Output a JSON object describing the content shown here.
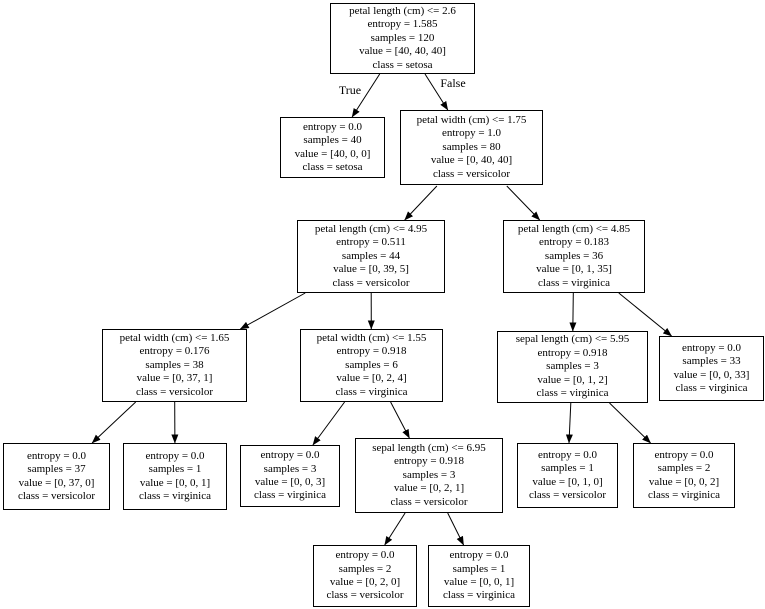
{
  "diagram": {
    "title": "decision-tree",
    "dataset_classes": [
      "setosa",
      "versicolor",
      "virginica"
    ],
    "colors": {
      "background": "#ffffff",
      "node_fill": "#ffffff",
      "node_border": "#000000",
      "text": "#000000",
      "edge": "#000000"
    }
  },
  "nodes": [
    {
      "id": 0,
      "lines": [
        "petal length (cm) <= 2.6",
        "entropy = 1.585",
        "samples = 120",
        "value = [40, 40, 40]",
        "class = setosa"
      ]
    },
    {
      "id": 1,
      "lines": [
        "entropy = 0.0",
        "samples = 40",
        "value = [40, 0, 0]",
        "class = setosa"
      ]
    },
    {
      "id": 2,
      "lines": [
        "petal width (cm) <= 1.75",
        "entropy = 1.0",
        "samples = 80",
        "value = [0, 40, 40]",
        "class = versicolor"
      ]
    },
    {
      "id": 3,
      "lines": [
        "petal length (cm) <= 4.95",
        "entropy = 0.511",
        "samples = 44",
        "value = [0, 39, 5]",
        "class = versicolor"
      ]
    },
    {
      "id": 4,
      "lines": [
        "petal length (cm) <= 4.85",
        "entropy = 0.183",
        "samples = 36",
        "value = [0, 1, 35]",
        "class = virginica"
      ]
    },
    {
      "id": 5,
      "lines": [
        "petal width (cm) <= 1.65",
        "entropy = 0.176",
        "samples = 38",
        "value = [0, 37, 1]",
        "class = versicolor"
      ]
    },
    {
      "id": 6,
      "lines": [
        "petal width (cm) <= 1.55",
        "entropy = 0.918",
        "samples = 6",
        "value = [0, 2, 4]",
        "class = virginica"
      ]
    },
    {
      "id": 7,
      "lines": [
        "sepal length (cm) <= 5.95",
        "entropy = 0.918",
        "samples = 3",
        "value = [0, 1, 2]",
        "class = virginica"
      ]
    },
    {
      "id": 8,
      "lines": [
        "entropy = 0.0",
        "samples = 33",
        "value = [0, 0, 33]",
        "class = virginica"
      ]
    },
    {
      "id": 9,
      "lines": [
        "entropy = 0.0",
        "samples = 37",
        "value = [0, 37, 0]",
        "class = versicolor"
      ]
    },
    {
      "id": 10,
      "lines": [
        "entropy = 0.0",
        "samples = 1",
        "value = [0, 0, 1]",
        "class = virginica"
      ]
    },
    {
      "id": 11,
      "lines": [
        "entropy = 0.0",
        "samples = 3",
        "value = [0, 0, 3]",
        "class = virginica"
      ]
    },
    {
      "id": 12,
      "lines": [
        "sepal length (cm) <= 6.95",
        "entropy = 0.918",
        "samples = 3",
        "value = [0, 2, 1]",
        "class = versicolor"
      ]
    },
    {
      "id": 13,
      "lines": [
        "entropy = 0.0",
        "samples = 1",
        "value = [0, 1, 0]",
        "class = versicolor"
      ]
    },
    {
      "id": 14,
      "lines": [
        "entropy = 0.0",
        "samples = 2",
        "value = [0, 0, 2]",
        "class = virginica"
      ]
    },
    {
      "id": 15,
      "lines": [
        "entropy = 0.0",
        "samples = 2",
        "value = [0, 2, 0]",
        "class = versicolor"
      ]
    },
    {
      "id": 16,
      "lines": [
        "entropy = 0.0",
        "samples = 1",
        "value = [0, 0, 1]",
        "class = virginica"
      ]
    }
  ],
  "edges": [
    {
      "from": 0,
      "to": 1,
      "label": "True"
    },
    {
      "from": 0,
      "to": 2,
      "label": "False"
    },
    {
      "from": 2,
      "to": 3
    },
    {
      "from": 2,
      "to": 4
    },
    {
      "from": 3,
      "to": 5
    },
    {
      "from": 3,
      "to": 6
    },
    {
      "from": 4,
      "to": 7
    },
    {
      "from": 4,
      "to": 8
    },
    {
      "from": 5,
      "to": 9
    },
    {
      "from": 5,
      "to": 10
    },
    {
      "from": 6,
      "to": 11
    },
    {
      "from": 6,
      "to": 12
    },
    {
      "from": 7,
      "to": 13
    },
    {
      "from": 7,
      "to": 14
    },
    {
      "from": 12,
      "to": 15
    },
    {
      "from": 12,
      "to": 16
    }
  ]
}
